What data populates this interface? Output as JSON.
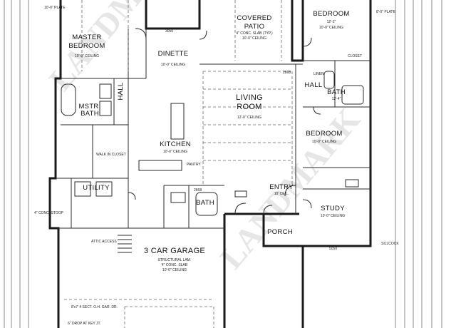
{
  "rooms": {
    "master_bedroom": {
      "line1": "MASTER",
      "line2": "BEDROOM",
      "ceiling": "10'-0\" CEILING"
    },
    "covered_patio": {
      "line1": "COVERED",
      "line2": "PATIO",
      "note": "4\" CONC. SLAB (TYP.)",
      "ceiling": "10'-0\" CEILING"
    },
    "bedroom_upper": {
      "label": "BEDROOM",
      "size": "12'-2\"",
      "ceiling": "10'-0\" CEILING"
    },
    "dinette": {
      "label": "DINETTE",
      "ceiling": "10'-0\" CEILING"
    },
    "hall_left": {
      "label": "HALL"
    },
    "hall_right": {
      "label": "HALL"
    },
    "bath_right": {
      "label": "BATH",
      "size": "12'-4\""
    },
    "living_room": {
      "line1": "LIVING",
      "line2": "ROOM",
      "ceiling": "12'-0\" CEILING"
    },
    "mstr_bath": {
      "line1": "MSTR.",
      "line2": "BATH"
    },
    "kitchen": {
      "label": "KITCHEN",
      "ceiling": "10'-0\" CEILING"
    },
    "bedroom_mid": {
      "label": "BEDROOM",
      "ceiling": "10'-0\" CEILING"
    },
    "utility": {
      "label": "UTILITY"
    },
    "bath_mid": {
      "label": "BATH"
    },
    "entry": {
      "label": "ENTRY",
      "ceiling": "10' CEIL."
    },
    "study": {
      "label": "STUDY",
      "ceiling": "10'-0\" CEILING"
    },
    "porch": {
      "label": "PORCH"
    },
    "garage": {
      "label": "3 CAR GARAGE",
      "note1": "STRUCTURAL LAM.",
      "note2": "4\" CONC. SLAB",
      "ceiling": "10'-0\" CEILING"
    }
  },
  "notes": {
    "plate_top": "10'-0\" PLATE",
    "plate_right": "8'-0\" PLATE",
    "closet": "CLOSET",
    "linen": "LINEN",
    "walk_in_closet": "WALK IN CLOSET",
    "pantry": "PANTRY",
    "attic_access": "ATTIC ACCESS",
    "conc_stoop": "4\" CONC. STOOP",
    "sillcock": "SILLCOCK",
    "window_1": "3050",
    "window_2": "2868",
    "window_3": "5050",
    "window_4": "2668",
    "sheathing": "8'x7' 4 SECT. O.H. GAR. DR.",
    "grade_note": "6\" DROP AT KEY JT."
  },
  "watermark": {
    "text": "LANDMARK"
  }
}
